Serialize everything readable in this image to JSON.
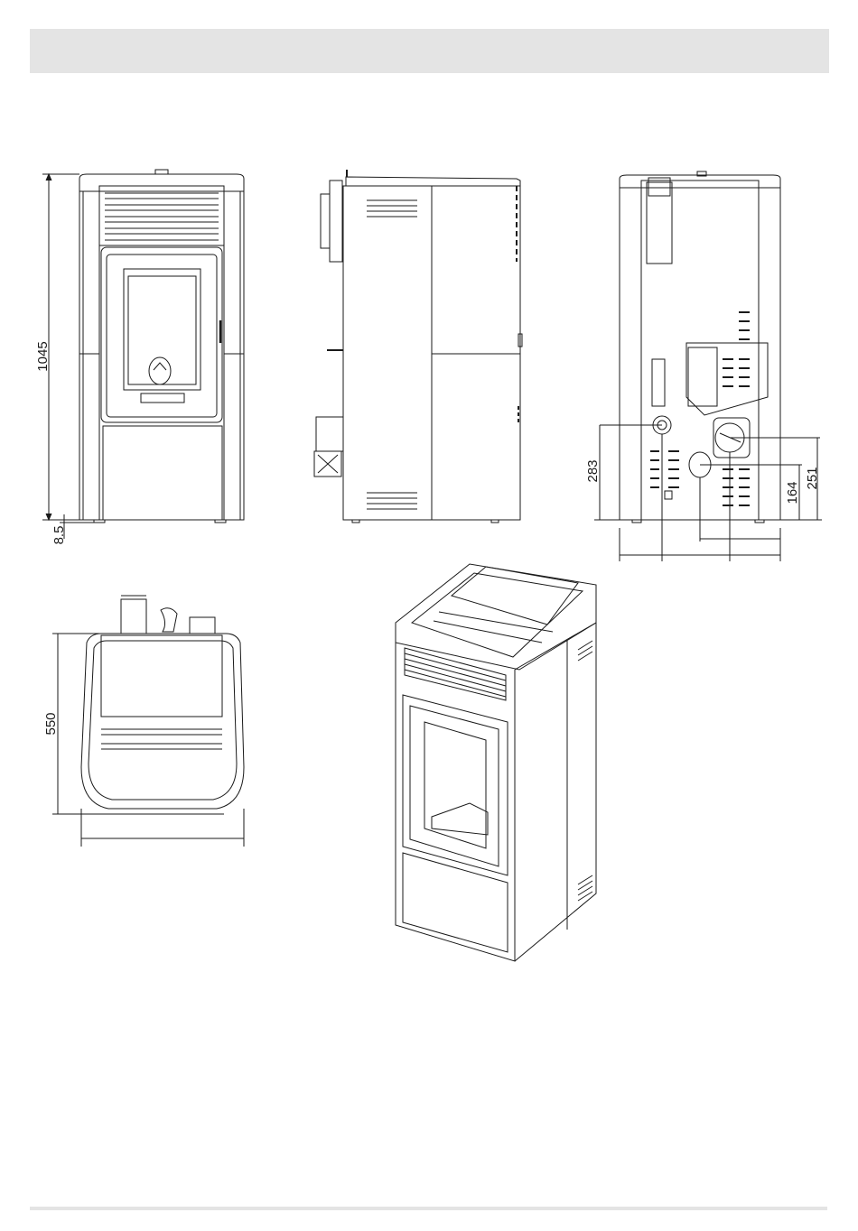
{
  "dimensions": {
    "front_height": "1045",
    "front_foot": "8.5",
    "rear_outlet_height": "283",
    "rear_inlet_height": "164",
    "rear_flue_height": "251",
    "top_depth": "550"
  },
  "colors": {
    "line": "#1a1a1a",
    "header_bar": "#e4e4e4"
  }
}
